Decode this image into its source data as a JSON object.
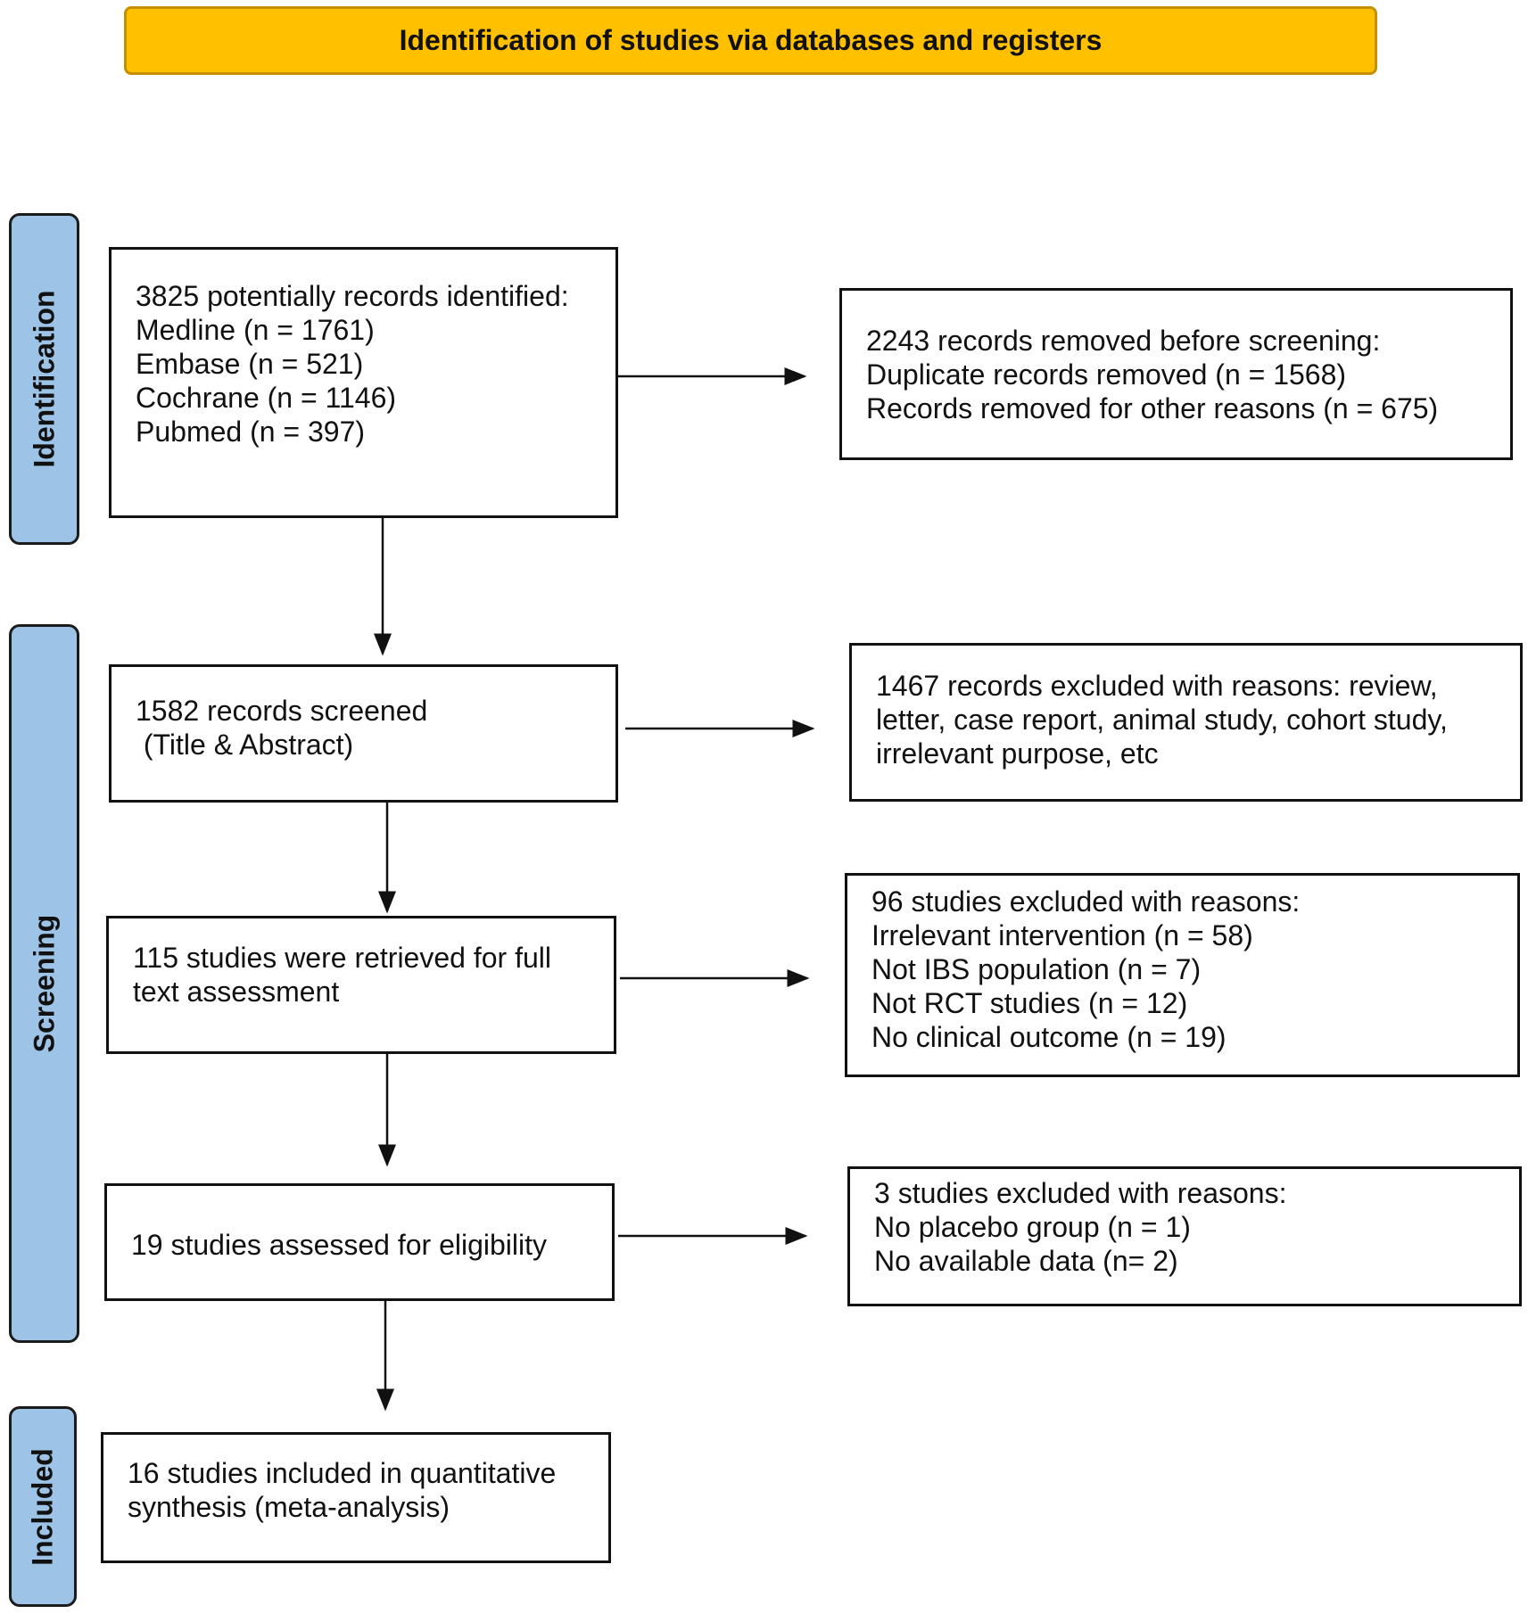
{
  "header": {
    "title": "Identification of studies via databases and registers"
  },
  "stages": {
    "identification": "Identification",
    "screening": "Screening",
    "included": "Included"
  },
  "boxes": {
    "identified": {
      "lines": [
        "3825 potentially records identified:",
        "Medline (n = 1761)",
        "Embase (n = 521)",
        "Cochrane (n = 1146)",
        "Pubmed (n = 397)"
      ]
    },
    "removed": {
      "lines": [
        "2243 records removed before screening:",
        "Duplicate records removed (n = 1568)",
        "Records removed for other reasons (n = 675)"
      ]
    },
    "screened": {
      "lines": [
        "1582 records screened",
        " (Title & Abstract)"
      ]
    },
    "excluded_screen": {
      "lines": [
        "1467 records excluded with reasons: review,",
        "letter, case report, animal study, cohort study,",
        "irrelevant purpose, etc"
      ]
    },
    "retrieved": {
      "lines": [
        "115 studies were retrieved for full",
        "text assessment"
      ]
    },
    "excluded_fulltext": {
      "lines": [
        "96 studies excluded with reasons:",
        "Irrelevant intervention (n = 58)",
        "Not IBS population (n = 7)",
        "Not RCT studies (n = 12)",
        "No clinical outcome (n = 19)"
      ]
    },
    "eligibility": {
      "lines": [
        "19 studies assessed for eligibility"
      ]
    },
    "excluded_eligibility": {
      "lines": [
        "3 studies excluded with reasons:",
        "No placebo group (n = 1)",
        "No available data (n= 2)"
      ]
    },
    "included": {
      "lines": [
        "16 studies included in quantitative",
        "synthesis (meta-analysis)"
      ]
    }
  },
  "colors": {
    "header_fill": "#ffc000",
    "stage_fill": "#9dc3e6",
    "line": "#111111"
  }
}
